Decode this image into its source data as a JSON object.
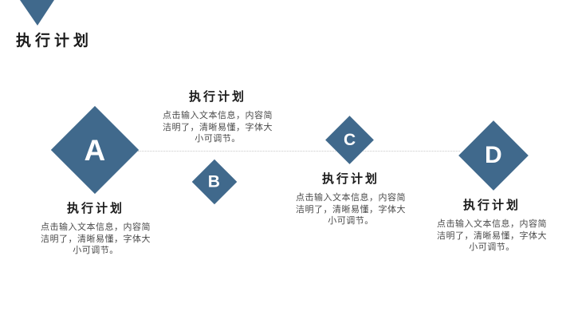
{
  "slide": {
    "title": "执行计划",
    "colors": {
      "accent": "#40698C",
      "title_text": "#1b1b1b",
      "body_text": "#4a4a4a",
      "timeline_dotted": "#c9c9c9",
      "background": "#ffffff",
      "diamond_letter": "#ffffff"
    }
  },
  "milestones": [
    {
      "letter": "A",
      "title": "执行计划",
      "body": "点击输入文本信息，内容简洁明了，清晰易懂，字体大小可调节。"
    },
    {
      "letter": "B",
      "title": "执行计划",
      "body": "点击输入文本信息，内容简洁明了，清晰易懂，字体大小可调节。"
    },
    {
      "letter": "C",
      "title": "执行计划",
      "body": "点击输入文本信息，内容简洁明了，清晰易懂，字体大小可调节。"
    },
    {
      "letter": "D",
      "title": "执行计划",
      "body": "点击输入文本信息，内容简洁明了，清晰易懂，字体大小可调节。"
    }
  ]
}
